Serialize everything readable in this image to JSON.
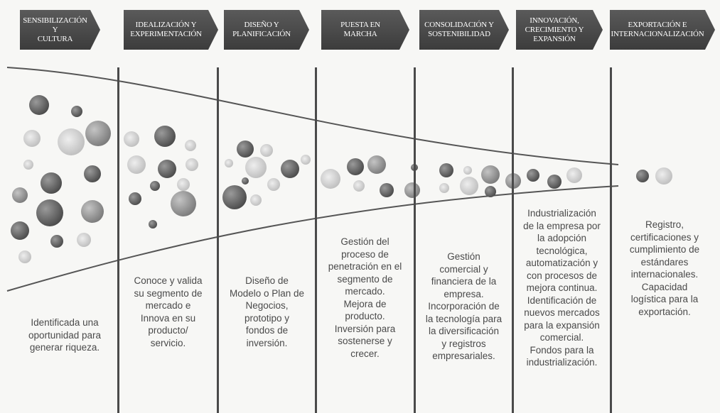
{
  "stages": [
    {
      "label": "SENSIBILIZACIÓN Y\nCULTURA"
    },
    {
      "label": "IDEALIZACIÓN Y\nEXPERIMENTACIÓN"
    },
    {
      "label": "DISEÑO Y\nPLANIFICACIÓN"
    },
    {
      "label": "PUESTA EN\nMARCHA"
    },
    {
      "label": "CONSOLIDACIÓN Y\nSOSTENIBILIDAD"
    },
    {
      "label": "INNOVACIÓN,\nCRECIMIENTO Y\nEXPANSIÓN"
    },
    {
      "label": "EXPORTACIÓN E\nINTERNACIONALIZACIÓN"
    }
  ],
  "descriptions": [
    "Identificada una\noportunidad para\ngenerar riqueza.",
    "Conoce y valida\nsu segmento de\nmercado e\nInnova en su\nproducto/\nservicio.",
    "Diseño de\nModelo o Plan de\nNegocios,\nprototipo y\nfondos de\ninversión.",
    "Gestión del\nproceso de\npenetración en el\nsegmento de\nmercado.\nMejora de\nproducto.\nInversión para\nsostenerse y\ncrecer.",
    "Gestión\ncomercial y\nfinanciera de la\nempresa.\nIncorporación de\nla tecnología para\nla diversificación\ny registros\nempresariales.",
    "Industrialización\nde la empresa por\nla adopción\ntecnológica,\nautomatización y\ncon procesos de\nmejora continua.\nIdentificación de\nnuevos mercados\npara la expansión\ncomercial.\nFondos para la\nindustrialización.",
    "Registro,\ncertificaciones y\ncumplimiento de\nestándares\ninternacionales.\nCapacidad\nlogística para la\nexportación."
  ],
  "colors": {
    "header": "#444444",
    "line": "#4a4a4a",
    "text": "#4a4a4a",
    "bubble_dark": "#555555",
    "bubble_light": "#cccccc"
  }
}
